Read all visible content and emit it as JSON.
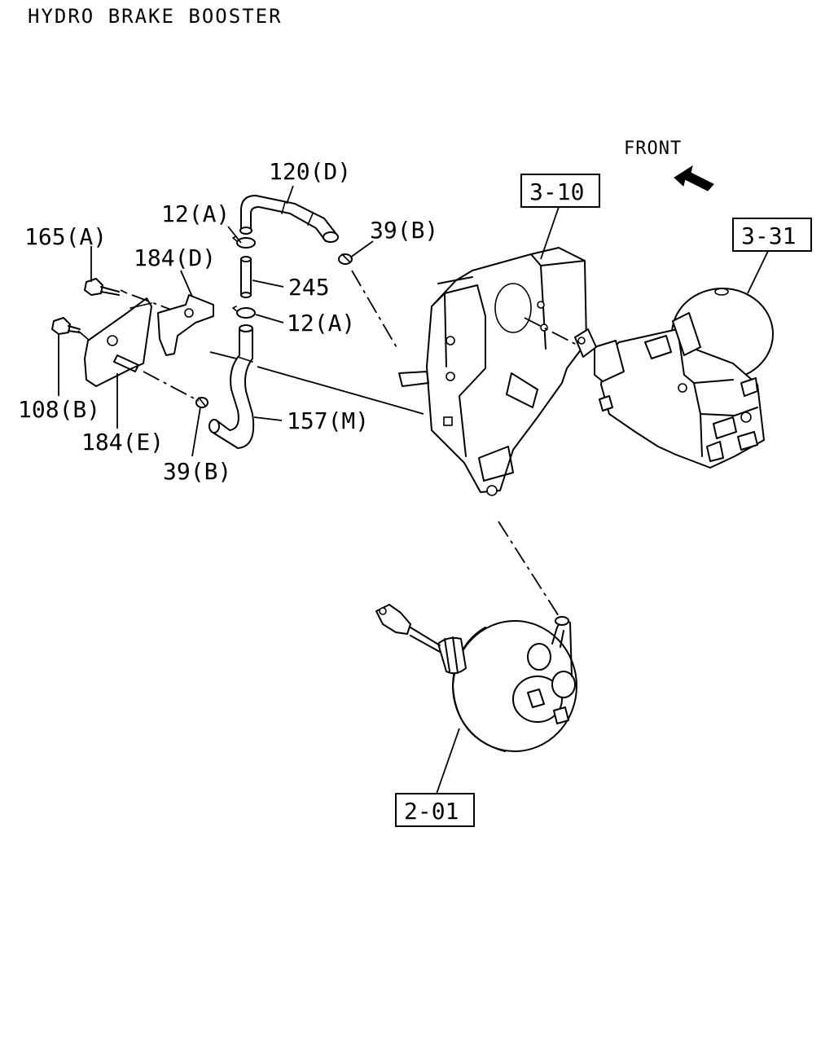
{
  "title": "HYDRO BRAKE BOOSTER",
  "front": {
    "label": "FRONT"
  },
  "callouts": {
    "c120D": "120(D)",
    "c12A_top": "12(A)",
    "c165A": "165(A)",
    "c184D": "184(D)",
    "c245": "245",
    "c12A_bottom": "12(A)",
    "c39B_top": "39(B)",
    "c108B": "108(B)",
    "c184E": "184(E)",
    "c39B_bottom": "39(B)",
    "c157M": "157(M)"
  },
  "references": {
    "r310": "3-10",
    "r331": "3-31",
    "r201": "2-01"
  }
}
